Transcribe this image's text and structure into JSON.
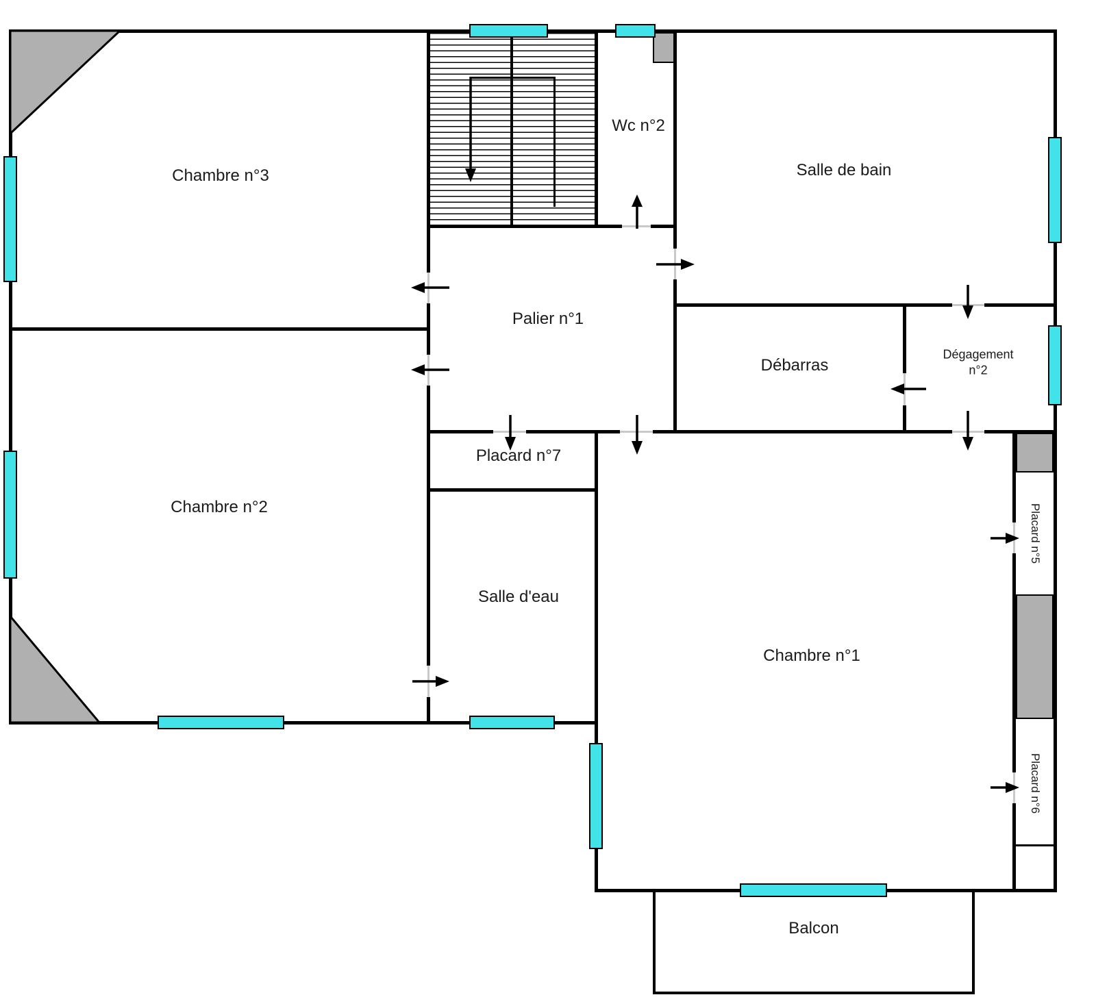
{
  "rooms": {
    "chambre3": "Chambre n°3",
    "wc2": "Wc n°2",
    "salle_de_bain": "Salle de bain",
    "palier1": "Palier n°1",
    "debarras": "Débarras",
    "degagement2": {
      "line1": "Dégagement",
      "line2": "n°2"
    },
    "placard7": "Placard n°7",
    "chambre2": "Chambre n°2",
    "salle_deau": "Salle d'eau",
    "chambre1": "Chambre n°1",
    "placard5": "Placard n°5",
    "placard6": "Placard n°6",
    "balcon": "Balcon"
  },
  "colors": {
    "wall": "#000000",
    "window": "#41e3e9",
    "corner_fill": "#b0b0b0",
    "background": "#ffffff"
  }
}
